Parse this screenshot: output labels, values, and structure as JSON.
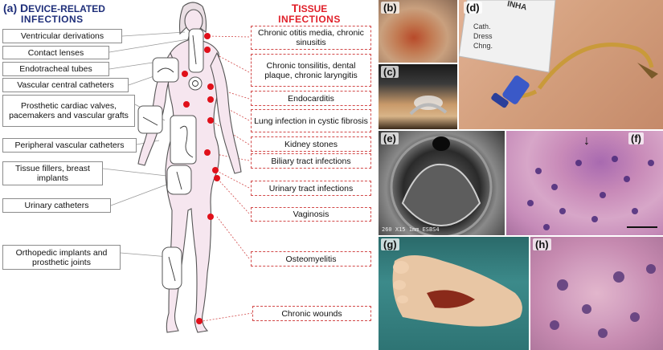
{
  "headers": {
    "panel_label": "(a)",
    "left_title_first": "D",
    "left_title_rest": "EVICE-RELATED",
    "left_title_line2": "INFECTIONS",
    "right_title_first": "T",
    "right_title_rest": "ISSUE",
    "right_title_line2": "INFECTIONS"
  },
  "device_infections": [
    "Ventricular derivations",
    "Contact lenses",
    "Endotracheal tubes",
    "Vascular central catheters",
    "Prosthetic cardiac valves, pacemakers and vascular grafts",
    "Peripheral vascular catheters",
    "Tissue fillers, breast implants",
    "Urinary catheters",
    "Orthopedic implants and prosthetic joints"
  ],
  "tissue_infections": [
    "Chronic otitis media, chronic sinusitis",
    "Chronic tonsilitis, dental plaque, chronic laryngitis",
    "Endocarditis",
    "Lung infection in cystic fibrosis",
    "Kidney stones",
    "Biliary tract infections",
    "Urinary tract infections",
    "Vaginosis",
    "Osteomyelitis",
    "Chronic wounds"
  ],
  "photo_panels": {
    "b": "(b)",
    "c": "(c)",
    "d": "(d)",
    "e": "(e)",
    "f": "(f)",
    "g": "(g)",
    "h": "(h)"
  },
  "photo_text": {
    "tag_line1": "Cath.",
    "tag_line2": "Dress",
    "tag_line3": "Chng.",
    "tag_header": "INHA",
    "sem_caption": "260 X15  1mm  ESBS4",
    "arrow_glyph": "↓"
  },
  "colors": {
    "left_header": "#1f2f7a",
    "right_header": "#e0202a",
    "infection_dot": "#e0101a",
    "dashed_box": "#d24a4a"
  },
  "icons": [
    "arrow-down-icon"
  ]
}
